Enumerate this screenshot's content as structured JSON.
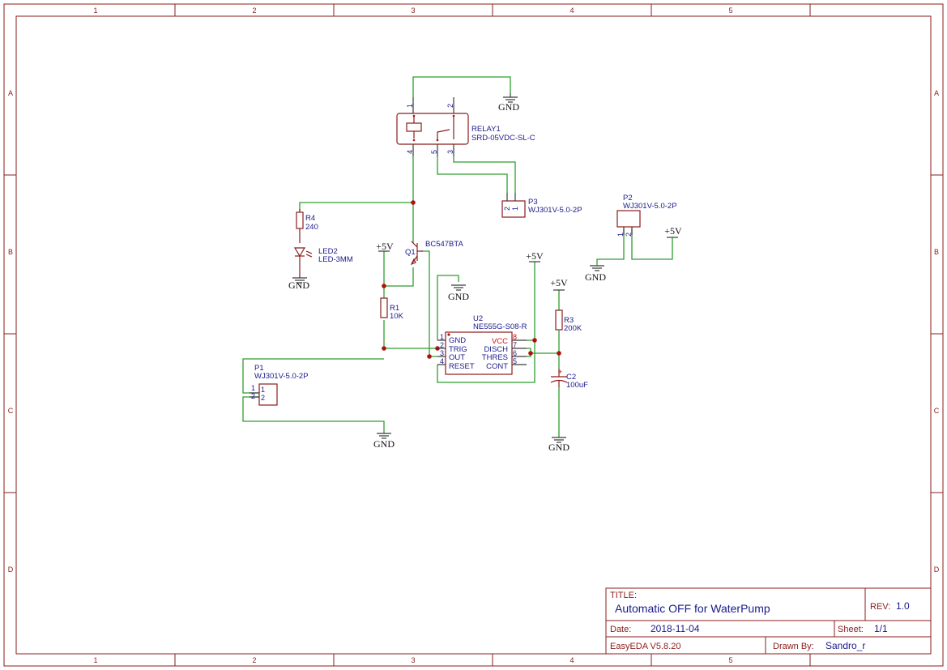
{
  "grid": {
    "columns": [
      "1",
      "2",
      "3",
      "4",
      "5"
    ],
    "rows": [
      "A",
      "B",
      "C",
      "D"
    ]
  },
  "components": {
    "relay": {
      "ref": "RELAY1",
      "value": "SRD-05VDC-SL-C",
      "pins": [
        "1",
        "2",
        "4",
        "5",
        "3"
      ]
    },
    "p1": {
      "ref": "P1",
      "value": "WJ301V-5.0-2P",
      "pins": [
        "1",
        "2"
      ]
    },
    "p2": {
      "ref": "P2",
      "value": "WJ301V-5.0-2P",
      "pins": [
        "1",
        "2"
      ]
    },
    "p3": {
      "ref": "P3",
      "value": "WJ301V-5.0-2P",
      "pins": [
        "2",
        "1"
      ]
    },
    "r1": {
      "ref": "R1",
      "value": "10K"
    },
    "r3": {
      "ref": "R3",
      "value": "200K"
    },
    "r4": {
      "ref": "R4",
      "value": "240"
    },
    "led2": {
      "ref": "LED2",
      "value": "LED-3MM"
    },
    "q1": {
      "ref": "Q1",
      "value": "BC547BTA"
    },
    "c2": {
      "ref": "C2",
      "value": "100uF",
      "polarity": "+"
    },
    "u2": {
      "ref": "U2",
      "value": "NE555G-S08-R",
      "left_pins": [
        {
          "num": "1",
          "name": "GND"
        },
        {
          "num": "2",
          "name": "TRIG"
        },
        {
          "num": "3",
          "name": "OUT"
        },
        {
          "num": "4",
          "name": "RESET"
        }
      ],
      "right_pins": [
        {
          "num": "8",
          "name": "VCC"
        },
        {
          "num": "7",
          "name": "DISCH"
        },
        {
          "num": "6",
          "name": "THRES"
        },
        {
          "num": "5",
          "name": "CONT"
        }
      ]
    }
  },
  "power": {
    "gnd": "GND",
    "vcc": "+5V"
  },
  "title_block": {
    "title_label": "TITLE:",
    "title": "Automatic OFF for WaterPump",
    "rev_label": "REV:",
    "rev": "1.0",
    "date_label": "Date:",
    "date": "2018-11-04",
    "sheet_label": "Sheet:",
    "sheet": "1/1",
    "tool": "EasyEDA V5.8.20",
    "drawn_label": "Drawn By:",
    "drawn_by": "Sandro_r"
  },
  "colors": {
    "frame": "#8b1c1c",
    "wire": "#2e9e2e",
    "text": "#1a1a8c",
    "junction": "#b01010"
  }
}
